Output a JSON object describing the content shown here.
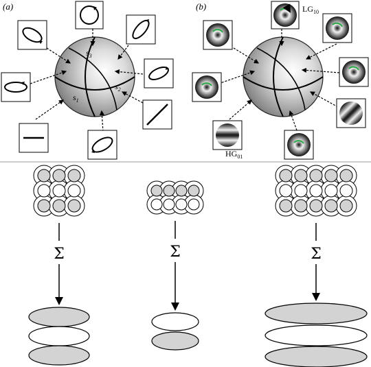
{
  "panel_a": {
    "label": "(a)",
    "axis_s1": "s",
    "axis_s1_sub": "1",
    "axis_s2": "s",
    "axis_s2_sub": "2",
    "axis_s3": "s",
    "axis_s3_sub": "3",
    "boxes": [
      {
        "icon": "circular-polarization-icon"
      },
      {
        "icon": "tilted-ellipse-right-icon"
      },
      {
        "icon": "elliptical-polarization-icon"
      },
      {
        "icon": "elliptical-polarization-icon"
      },
      {
        "icon": "horizontal-line-icon"
      },
      {
        "icon": "diagonal-line-icon"
      },
      {
        "icon": "elliptical-polarization-icon"
      },
      {
        "icon": "elliptical-polarization-icon"
      }
    ]
  },
  "panel_b": {
    "label": "(b)",
    "lg_label": "LG",
    "lg_sub": "10",
    "hg_label": "HG",
    "hg_sub": "01",
    "boxes": [
      {
        "icon": "lg-mode-beam-icon"
      },
      {
        "icon": "tilted-mode-beam-icon"
      },
      {
        "icon": "hg-mode-beam-icon"
      }
    ]
  },
  "bottom": {
    "sum_symbol": "Σ",
    "colors": {
      "grey": "#d3d3d3",
      "white": "#ffffff",
      "stroke": "#000000"
    },
    "groups": [
      {
        "name": "left",
        "cols": 3,
        "rows": 3
      },
      {
        "name": "middle",
        "cols": 4,
        "rows": 2
      },
      {
        "name": "right",
        "cols": 5,
        "rows": 3
      }
    ]
  }
}
